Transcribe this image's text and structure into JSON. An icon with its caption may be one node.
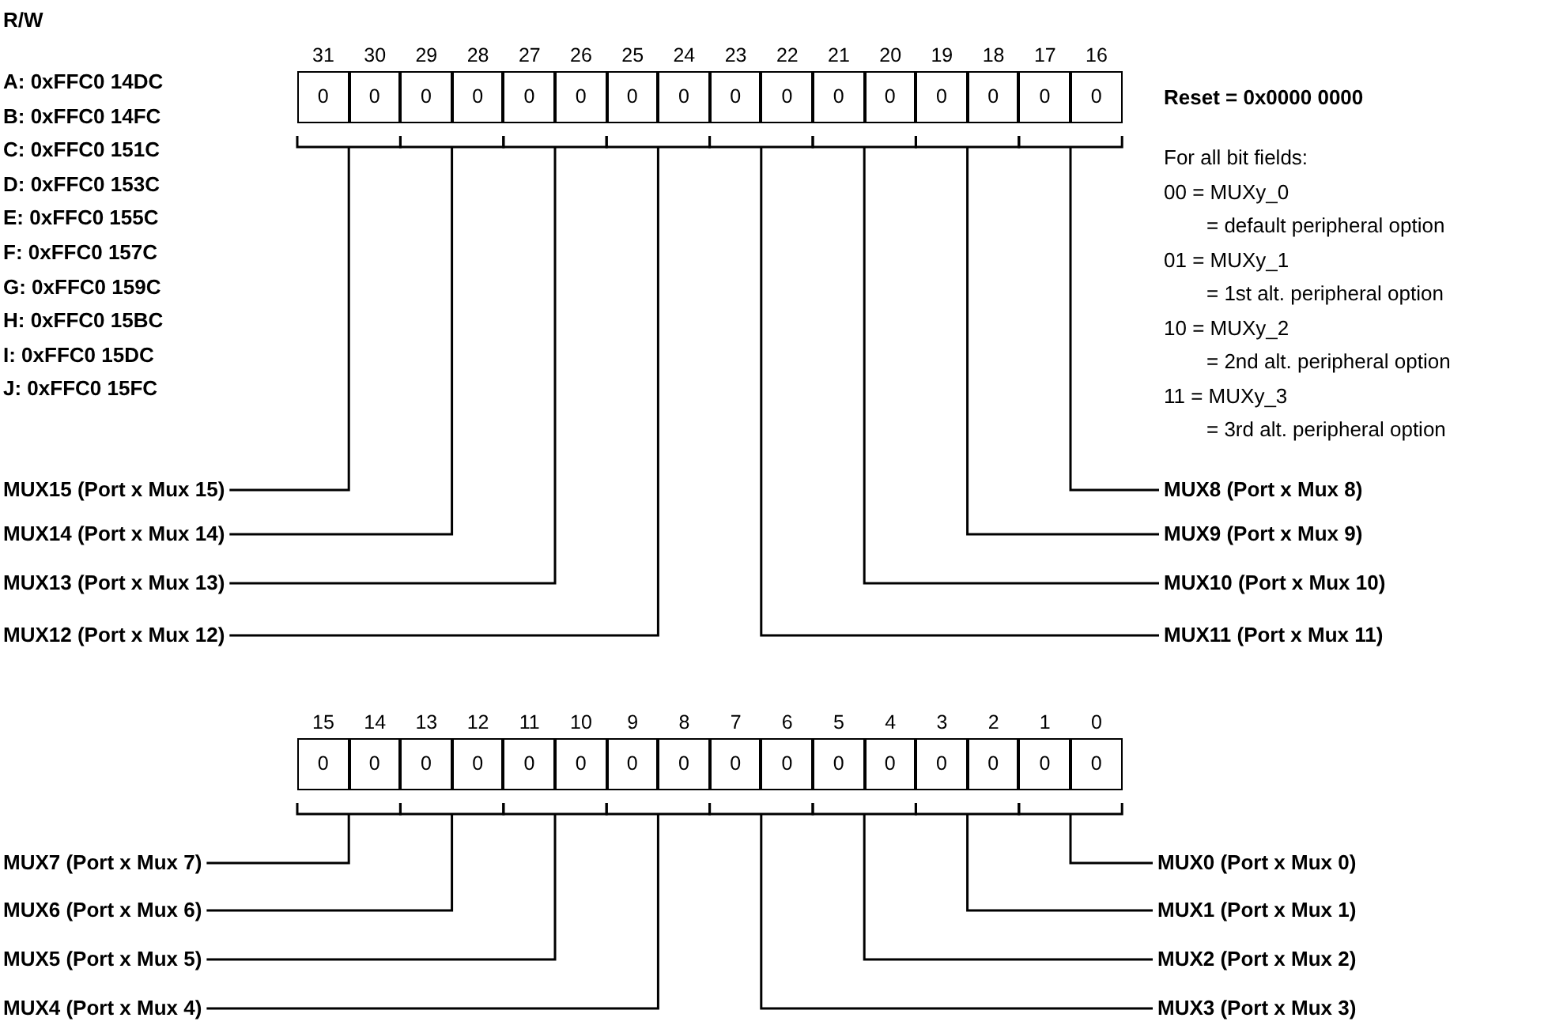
{
  "diagram": {
    "nodes": [
      {
        "text": [],
        "shape": "bracket"
      },
      {
        "text": [],
        "shape": "bracket"
      },
      {
        "text": [],
        "shape": "bracket"
      },
      {
        "text": [],
        "shape": "bracket"
      },
      {
        "text": [],
        "shape": "bracket"
      },
      {
        "text": [],
        "shape": "bracket"
      },
      {
        "text": [],
        "shape": "bracket"
      },
      {
        "text": [],
        "shape": "bracket"
      },
      {
        "text": [
          "MUX15 (Port x Mux 15)"
        ]
      },
      {
        "text": [
          "MUX8 (Port x Mux 8)"
        ]
      },
      {
        "text": [
          "MUX14 (Port x Mux 14)"
        ]
      },
      {
        "text": [
          "MUX9 (Port x Mux 9)"
        ]
      },
      {
        "text": [
          "MUX13 (Port x Mux 13)"
        ]
      },
      {
        "text": [
          "MUX10 (Port x Mux 10)"
        ]
      },
      {
        "text": [
          "MUX12 (Port x Mux 12)"
        ]
      },
      {
        "text": [
          "MUX11 (Port x Mux 11)"
        ]
      },
      {
        "text": [],
        "shape": "bracket"
      },
      {
        "text": [],
        "shape": "bracket"
      },
      {
        "text": [],
        "shape": "bracket"
      },
      {
        "text": [],
        "shape": "bracket"
      },
      {
        "text": [],
        "shape": "bracket"
      },
      {
        "text": [],
        "shape": "bracket"
      },
      {
        "text": [],
        "shape": "bracket"
      },
      {
        "text": [],
        "shape": "bracket"
      },
      {
        "text": [
          "MUX7 (Port x Mux 7)"
        ]
      },
      {
        "text": [
          "MUX0 (Port x Mux 0)"
        ]
      },
      {
        "text": [
          "MUX6 (Port x Mux 6)"
        ]
      },
      {
        "text": [
          "MUX1 (Port x Mux 1)"
        ]
      },
      {
        "text": [
          "MUX5 (Port x Mux 5)"
        ]
      },
      {
        "text": [
          "MUX2 (Port x Mux 2)"
        ]
      },
      {
        "text": [
          "MUX4 (Port x Mux 4)"
        ]
      },
      {
        "text": [
          "MUX3 (Port x Mux 3)"
        ]
      }
    ],
    "edges": [
      {
        "from": 8,
        "to": 0,
        "arrow": "none"
      },
      {
        "from": 9,
        "to": 7,
        "arrow": "none"
      },
      {
        "from": 10,
        "to": 1,
        "arrow": "none"
      },
      {
        "from": 11,
        "to": 6,
        "arrow": "none"
      },
      {
        "from": 12,
        "to": 2,
        "arrow": "none"
      },
      {
        "from": 13,
        "to": 5,
        "arrow": "none"
      },
      {
        "from": 14,
        "to": 3,
        "arrow": "none"
      },
      {
        "from": 15,
        "to": 4,
        "arrow": "none"
      },
      {
        "from": 24,
        "to": 16,
        "arrow": "none"
      },
      {
        "from": 25,
        "to": 23,
        "arrow": "none"
      },
      {
        "from": 26,
        "to": 17,
        "arrow": "none"
      },
      {
        "from": 27,
        "to": 22,
        "arrow": "none"
      },
      {
        "from": 28,
        "to": 18,
        "arrow": "none"
      },
      {
        "from": 29,
        "to": 21,
        "arrow": "none"
      },
      {
        "from": 30,
        "to": 19,
        "arrow": "none"
      },
      {
        "from": 31,
        "to": 20,
        "arrow": "none"
      }
    ],
    "labels": [
      "R/W",
      "31",
      "30",
      "29",
      "28",
      "27",
      "26",
      "25",
      "24",
      "23",
      "22",
      "21",
      "20",
      "19",
      "18",
      "17",
      "16",
      "0",
      "0",
      "0",
      "0",
      "0",
      "0",
      "0",
      "0",
      "0",
      "0",
      "0",
      "0",
      "0",
      "0",
      "0",
      "0",
      "Reset = 0x0000 0000",
      "A: 0xFFC0 14DC",
      "B: 0xFFC0 14FC",
      "C: 0xFFC0 151C",
      "D: 0xFFC0 153C",
      "E: 0xFFC0 155C",
      "F: 0xFFC0 157C",
      "G: 0xFFC0 159C",
      "H: 0xFFC0 15BC",
      "I: 0xFFC0 15DC",
      "J: 0xFFC0 15FC",
      "For all bit fields:",
      "00 = MUXy_0",
      "= default peripheral option",
      "01 = MUXy_1",
      "= 1st alt. peripheral option",
      "10 = MUXy_2",
      "= 2nd alt. peripheral option",
      "11 = MUXy_3",
      "= 3rd alt. peripheral option",
      "15",
      "14",
      "13",
      "12",
      "11",
      "10",
      "9",
      "8",
      "7",
      "6",
      "5",
      "4",
      "3",
      "2",
      "1",
      "0",
      "0",
      "0",
      "0",
      "0",
      "0",
      "0",
      "0",
      "0",
      "0",
      "0",
      "0",
      "0",
      "0",
      "0",
      "0",
      "0"
    ]
  }
}
